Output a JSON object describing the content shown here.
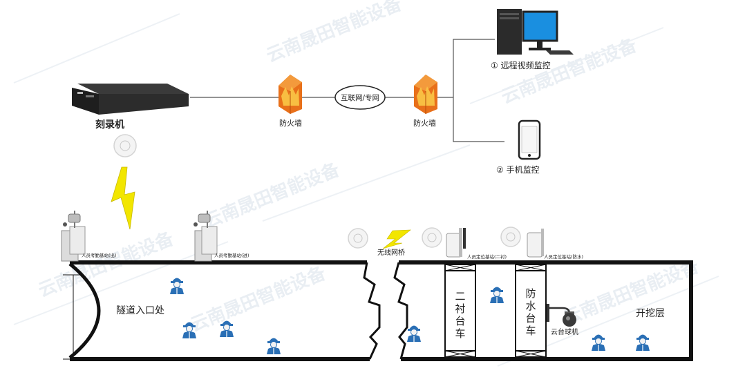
{
  "watermark": "云南晟田智能设备",
  "top": {
    "recorder_label": "刻录机",
    "firewall_left_label": "防火墙",
    "firewall_right_label": "防火墙",
    "network_label": "互联网/专网",
    "remote_label": "① 远程视频监控",
    "phone_label": "② 手机监控"
  },
  "tunnel": {
    "station_out_label": "人员考勤基站(出)",
    "station_in_label": "人员考勤基站(进)",
    "bridge_label": "无线网桥",
    "station_lining_label": "人员定位基站(二衬)",
    "station_waterproof_label": "人员定位基站(防水)",
    "entrance_label": "隧道入口处",
    "lining_trolley_label": [
      "二",
      "衬",
      "台",
      "车"
    ],
    "waterproof_trolley_label": [
      "防",
      "水",
      "台",
      "车"
    ],
    "ptz_camera_label": "云台球机",
    "excavation_label": "开挖层"
  },
  "colors": {
    "worker_blue": "#2a6fb5",
    "lightning_yellow": "#f2e600",
    "firewall_orange": "#e8701a",
    "monitor_blue": "#1a8fe0"
  }
}
